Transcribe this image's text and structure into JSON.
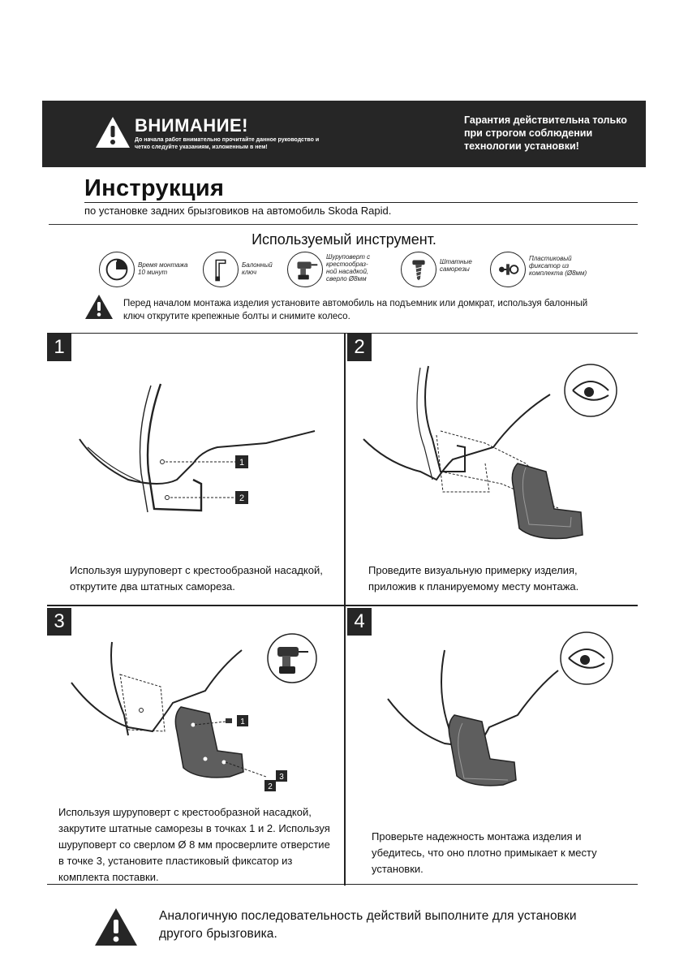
{
  "banner": {
    "attention_title": "ВНИМАНИЕ!",
    "attention_text": "До начала работ внимательно прочитайте данное руководство и четко следуйте указаниям, изложенным в нем!",
    "guarantee_text": "Гарантия действительна только при строгом соблюдении технологии установки!"
  },
  "header": {
    "title": "Инструкция",
    "subtitle": "по установке задних брызговиков на автомобиль Skoda Rapid."
  },
  "tools": {
    "title": "Используемый инструмент.",
    "items": [
      {
        "icon": "clock-icon",
        "label": "Время монтажа 10 минут"
      },
      {
        "icon": "wrench-icon",
        "label": "Балонный ключ"
      },
      {
        "icon": "drill-icon",
        "label": "Шуруповерт с крестообраз- ной насадкой, сверло Ø8мм"
      },
      {
        "icon": "screw-icon",
        "label": "Штатные саморезы"
      },
      {
        "icon": "clip-icon",
        "label": "Пластиковый фиксатор из комплекта (Ø8мм)"
      }
    ]
  },
  "pre_warning": "Перед началом монтажа изделия установите автомобиль на подъемник или домкрат, используя балонный ключ открутите крепежные болты и снимите колесо.",
  "steps": [
    {
      "number": "1",
      "text": "Используя шуруповерт с крестообразной насадкой, открутите два штатных самореза.",
      "markers": [
        "1",
        "2"
      ]
    },
    {
      "number": "2",
      "text": "Проведите визуальную примерку изделия, приложив к планируемому месту монтажа."
    },
    {
      "number": "3",
      "text": "Используя шуруповерт с крестообразной насадкой, закрутите штатные саморезы в точках 1 и 2. Используя шуруповерт со сверлом Ø 8 мм просверлите отверстие в точке 3, установите пластиковый фиксатор из комплекта поставки.",
      "markers": [
        "1",
        "2",
        "3"
      ]
    },
    {
      "number": "4",
      "text": "Проверьте надежность монтажа изделия и убедитесь, что оно плотно примыкает к месту установки."
    }
  ],
  "footer_note": "Аналогичную последовательность действий выполните для установки другого брызговика.",
  "colors": {
    "banner_bg": "#262626",
    "step_badge": "#262626",
    "mudflap": "#5e5e5e"
  }
}
